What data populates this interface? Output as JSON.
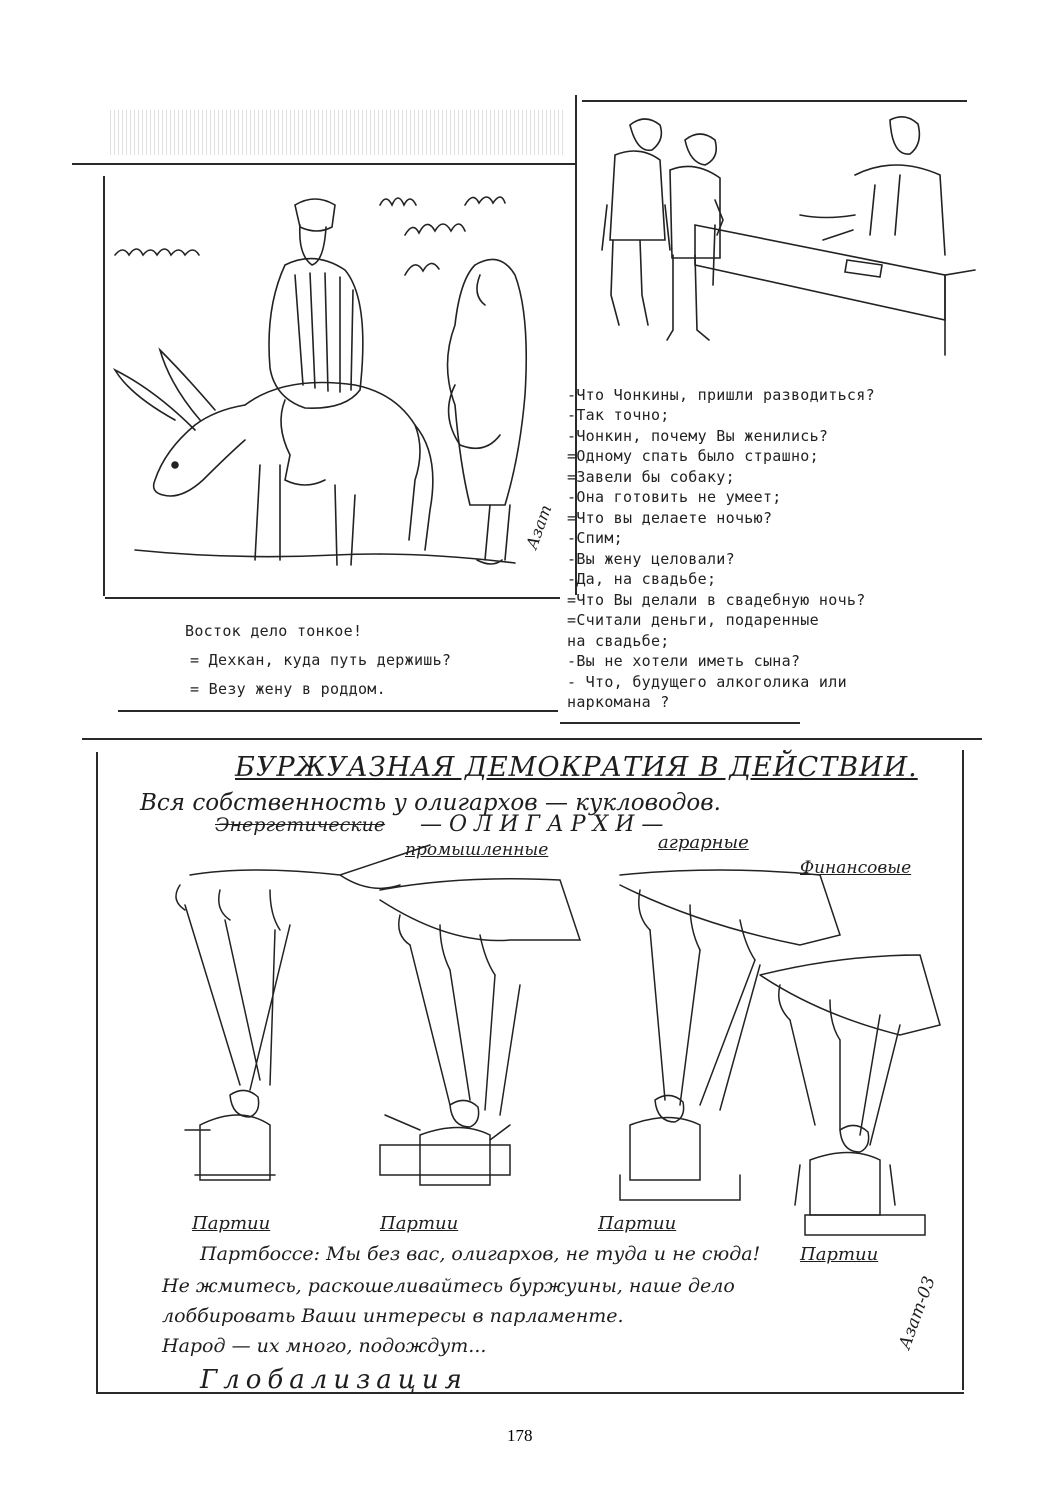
{
  "panel_top_left": {
    "caption_lines": [
      "Восток дело тонкое!",
      "= Дехкан, куда путь держишь?",
      "= Везу жену в роддом."
    ],
    "signature": "Азат"
  },
  "panel_top_right": {
    "dialog_lines": [
      "-Что Чонкины, пришли разводиться?",
      "-Так точно;",
      "-Чонкин, почему Вы женились?",
      "=Одному спать было страшно;",
      "=Завели бы собаку;",
      "-Она готовить не умеет;",
      "=Что вы делаете ночью?",
      "-Спим;",
      "-Вы жену целовали?",
      "-Да, на свадьбе;",
      "=Что Вы делали в свадебную ночь?",
      "=Считали деньги, подаренные",
      " на свадьбе;",
      "-Вы не хотели иметь сына?",
      "- Что, будущего алкоголика или",
      " наркомана ?"
    ]
  },
  "panel_bottom": {
    "title": "БУРЖУАЗНАЯ ДЕМОКРАТИЯ В ДЕЙСТВИИ.",
    "subtitle": "Вся собственность у олигархов — кукловодов.",
    "oligarchs_center": "— О Л И Г А Р Х И —",
    "labels": {
      "energy": "Энергетические",
      "industrial": "промышленные",
      "agrarian": "аграрные",
      "financial": "Финансовые"
    },
    "party_labels": [
      "Партии",
      "Партии",
      "Партии",
      "Партии"
    ],
    "caption_lines": [
      "Партбоссе: Мы без вас, олигархов, не туда и не сюда!",
      "Не жмитесь, раскошеливайтесь буржуины, наше дело",
      "лоббировать Ваши интересы в парламенте.",
      "Народ — их много, подождут..."
    ],
    "footer_word": "Глобализация",
    "signature": "Азат-03"
  },
  "page_number": "178"
}
